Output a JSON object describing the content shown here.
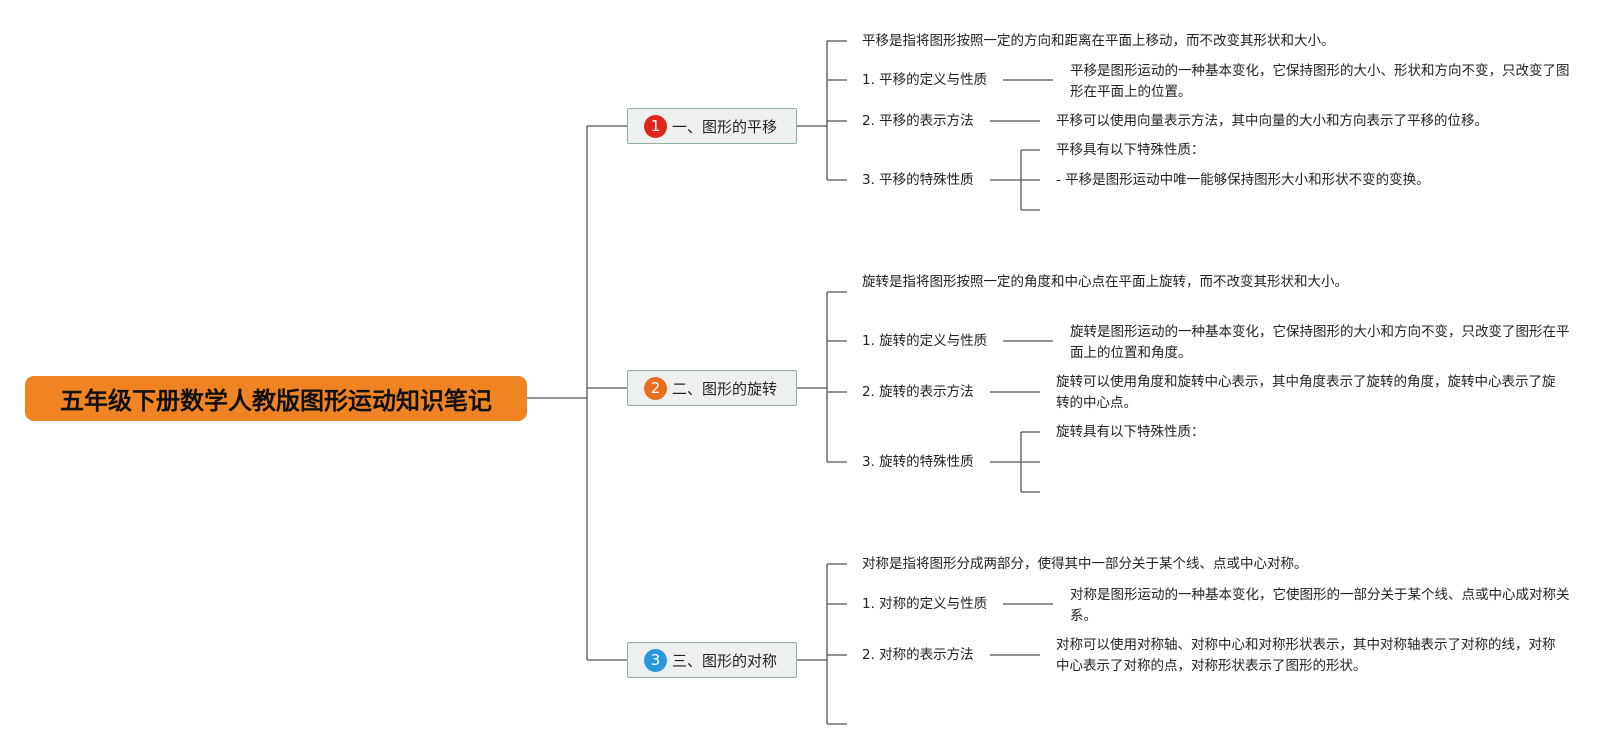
{
  "root": {
    "title": "五年级下册数学人教版图形运动知识笔记"
  },
  "colors": {
    "root": "#f08322",
    "badge1": "#e0251b",
    "badge2": "#e96d1f",
    "badge3": "#2a97db",
    "line": "#555555"
  },
  "branches": [
    {
      "number": "1",
      "title": "一、图形的平移",
      "intro": "平移是指将图形按照一定的方向和距离在平面上移动，而不改变其形状和大小。",
      "items": [
        {
          "label": "1. 平移的定义与性质",
          "detail": "平移是图形运动的一种基本变化，它保持图形的大小、形状和方向不变，只改变了图形在平面上的位置。"
        },
        {
          "label": "2. 平移的表示方法",
          "detail": "平移可以使用向量表示方法，其中向量的大小和方向表示了平移的位移。"
        },
        {
          "label": "3. 平移的特殊性质",
          "subs": [
            "平移具有以下特殊性质：",
            "- 平移是图形运动中唯一能够保持图形大小和形状不变的变换。",
            ""
          ]
        }
      ]
    },
    {
      "number": "2",
      "title": "二、图形的旋转",
      "intro": "旋转是指将图形按照一定的角度和中心点在平面上旋转，而不改变其形状和大小。",
      "items": [
        {
          "label": "1. 旋转的定义与性质",
          "detail": "旋转是图形运动的一种基本变化，它保持图形的大小和方向不变，只改变了图形在平面上的位置和角度。"
        },
        {
          "label": "2. 旋转的表示方法",
          "detail": "旋转可以使用角度和旋转中心表示，其中角度表示了旋转的角度，旋转中心表示了旋转的中心点。"
        },
        {
          "label": "3. 旋转的特殊性质",
          "subs": [
            "旋转具有以下特殊性质：",
            "",
            ""
          ]
        }
      ]
    },
    {
      "number": "3",
      "title": "三、图形的对称",
      "intro": "对称是指将图形分成两部分，使得其中一部分关于某个线、点或中心对称。",
      "items": [
        {
          "label": "1. 对称的定义与性质",
          "detail": "对称是图形运动的一种基本变化，它使图形的一部分关于某个线、点或中心成对称关系。"
        },
        {
          "label": "2. 对称的表示方法",
          "detail": "对称可以使用对称轴、对称中心和对称形状表示，其中对称轴表示了对称的线，对称中心表示了对称的点，对称形状表示了图形的形状。"
        },
        {
          "label": ""
        }
      ]
    }
  ]
}
